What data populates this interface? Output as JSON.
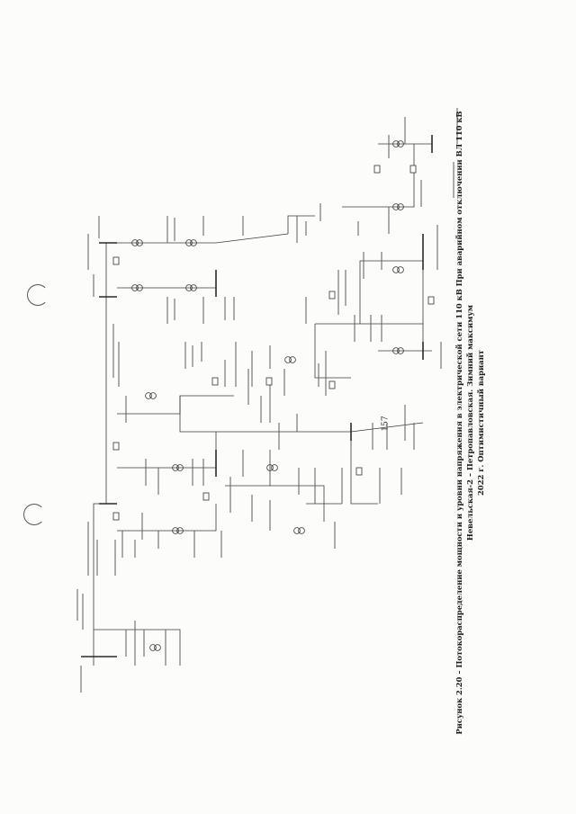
{
  "caption": {
    "line1": "Рисунок 2.20 – Потокораспределение мощности и уровни напряжения в электрической сети 110 кВ При аварийном отключении ВЛ 110 кВ Невельская-2 – Петропавловская. Зимний максимум",
    "line2": "2022 г. Оптимистичный вариант"
  },
  "page_number": "157",
  "colors": {
    "ink": "#3a3a3a",
    "paper": "#fcfcfb"
  }
}
